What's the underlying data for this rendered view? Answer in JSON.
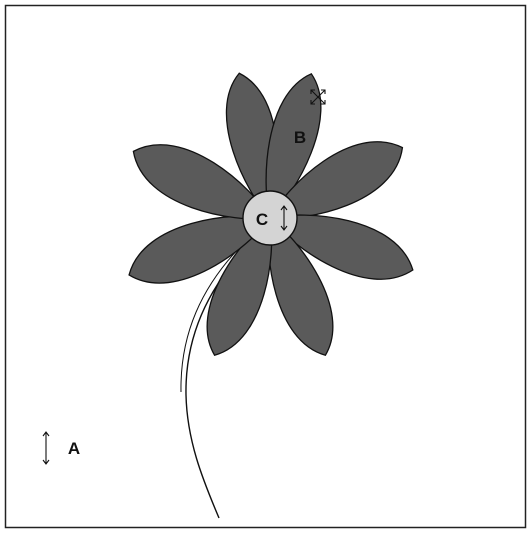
{
  "labels": {
    "a": "A",
    "b": "B",
    "c": "C"
  },
  "colors": {
    "background": "#ffffff",
    "frame": "#222222",
    "petal_fill": "#5a5a5a",
    "center_fill": "#d4d4d4",
    "outline": "#111111"
  },
  "icons": {
    "vertical_double_arrow": "vertical-double-arrow-icon",
    "four_way_arrow": "four-way-arrow-icon"
  }
}
